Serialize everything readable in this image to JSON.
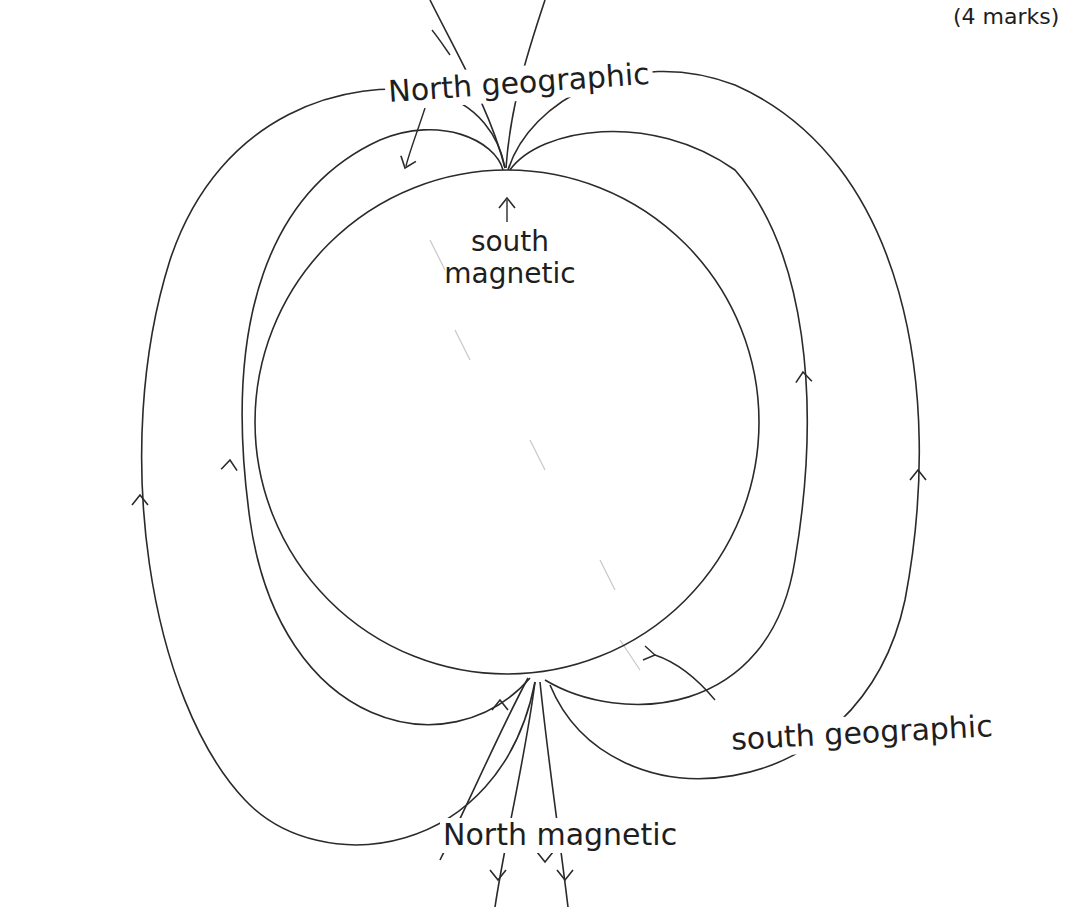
{
  "diagram": {
    "labels": [
      "(4 marks)",
      "North geographic",
      "south magnetic",
      "south geographic",
      "North magnetic"
    ]
  }
}
